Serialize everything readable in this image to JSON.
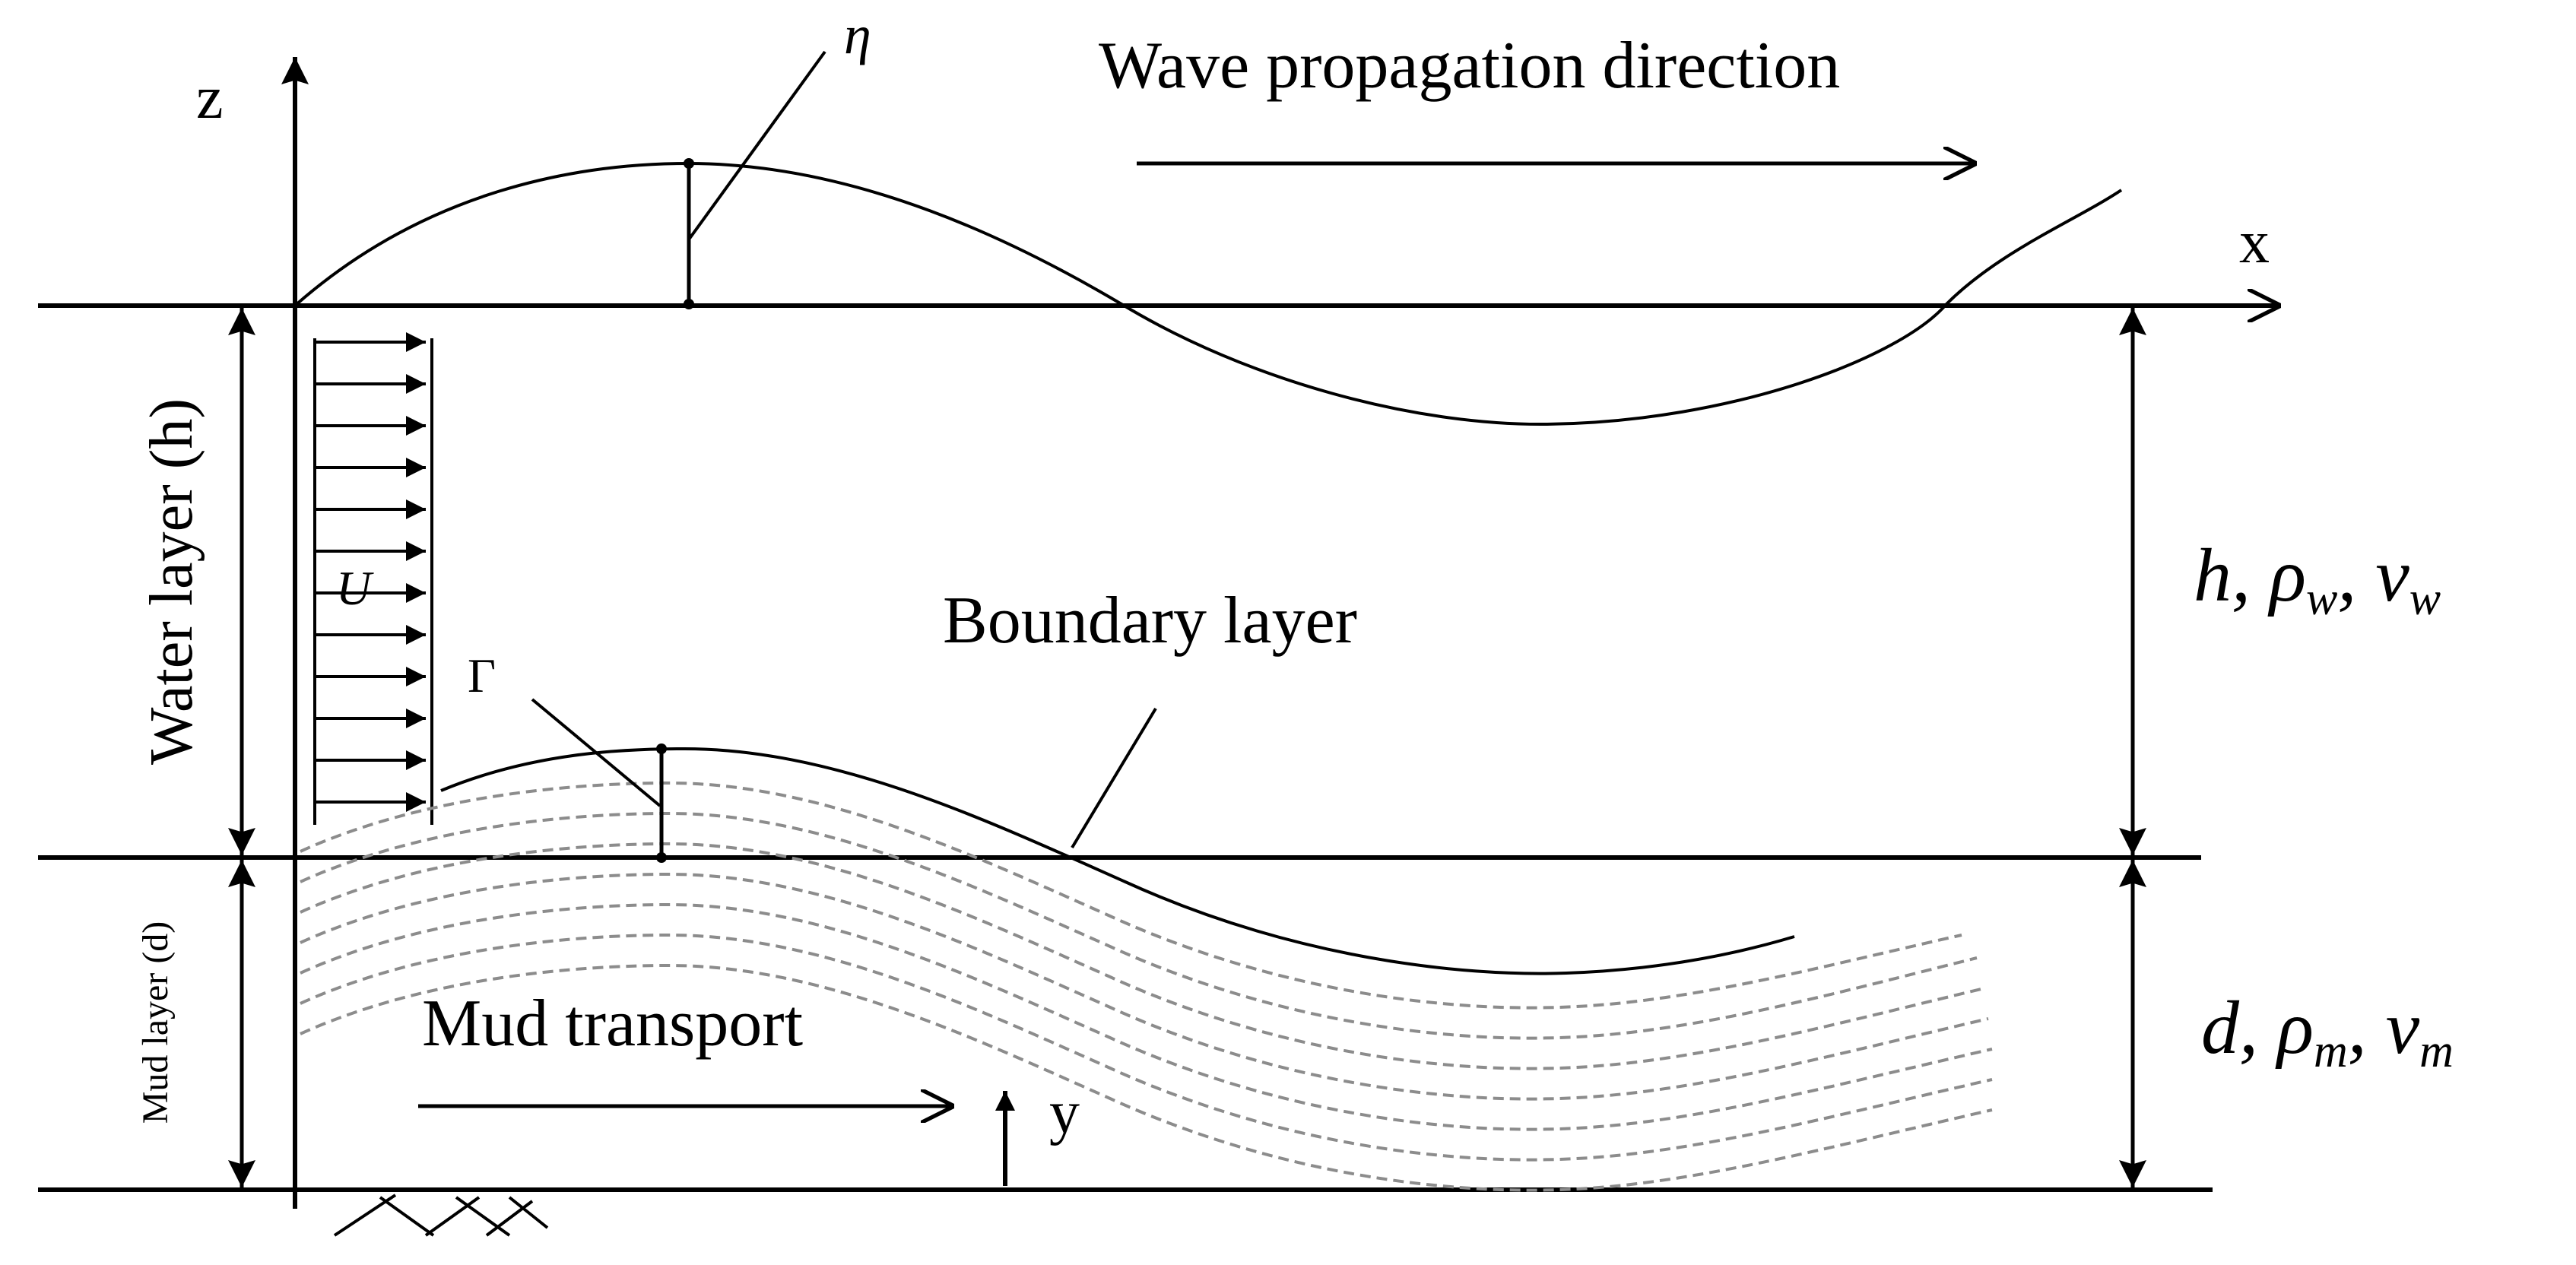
{
  "labels": {
    "z_axis": "z",
    "x_axis": "x",
    "y_axis": "y",
    "eta": "η",
    "gamma": "Γ",
    "u": "U",
    "wave_direction": "Wave propagation direction",
    "boundary_layer": "Boundary layer",
    "mud_transport": "Mud transport",
    "water_layer": "Water layer (h)",
    "mud_layer": "Mud layer (d)"
  },
  "water_params": {
    "sym": "h",
    "rho": "ρ",
    "rho_sub": "w",
    "nu": "ν",
    "nu_sub": "w"
  },
  "mud_params": {
    "sym": "d",
    "rho": "ρ",
    "rho_sub": "m",
    "nu": "ν",
    "nu_sub": "m"
  },
  "colors": {
    "ink": "#000000",
    "dashed": "#8c8c8c",
    "background": "#ffffff"
  }
}
